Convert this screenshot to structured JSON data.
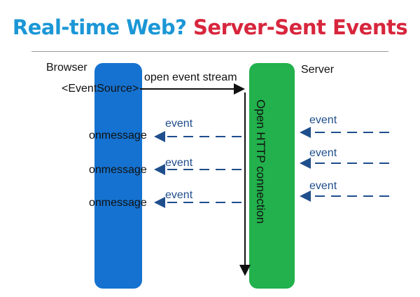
{
  "title": {
    "part1": "Real-time Web?",
    "part2": "Server-Sent Events",
    "color1": "#1b97d6",
    "color2": "#d7263d"
  },
  "browser": {
    "label": "Browser",
    "event_source": "<EventSource>",
    "color": "#1572d0"
  },
  "server": {
    "label": "Server",
    "color": "#22b14c"
  },
  "stream_label": "open event stream",
  "connection_label": "Open HTTP connection",
  "handlers": [
    "onmessage",
    "onmessage",
    "onmessage"
  ],
  "browser_events": [
    "event",
    "event",
    "event"
  ],
  "incoming_events": [
    "event",
    "event",
    "event"
  ],
  "arrow_color": "#1f4e8c"
}
